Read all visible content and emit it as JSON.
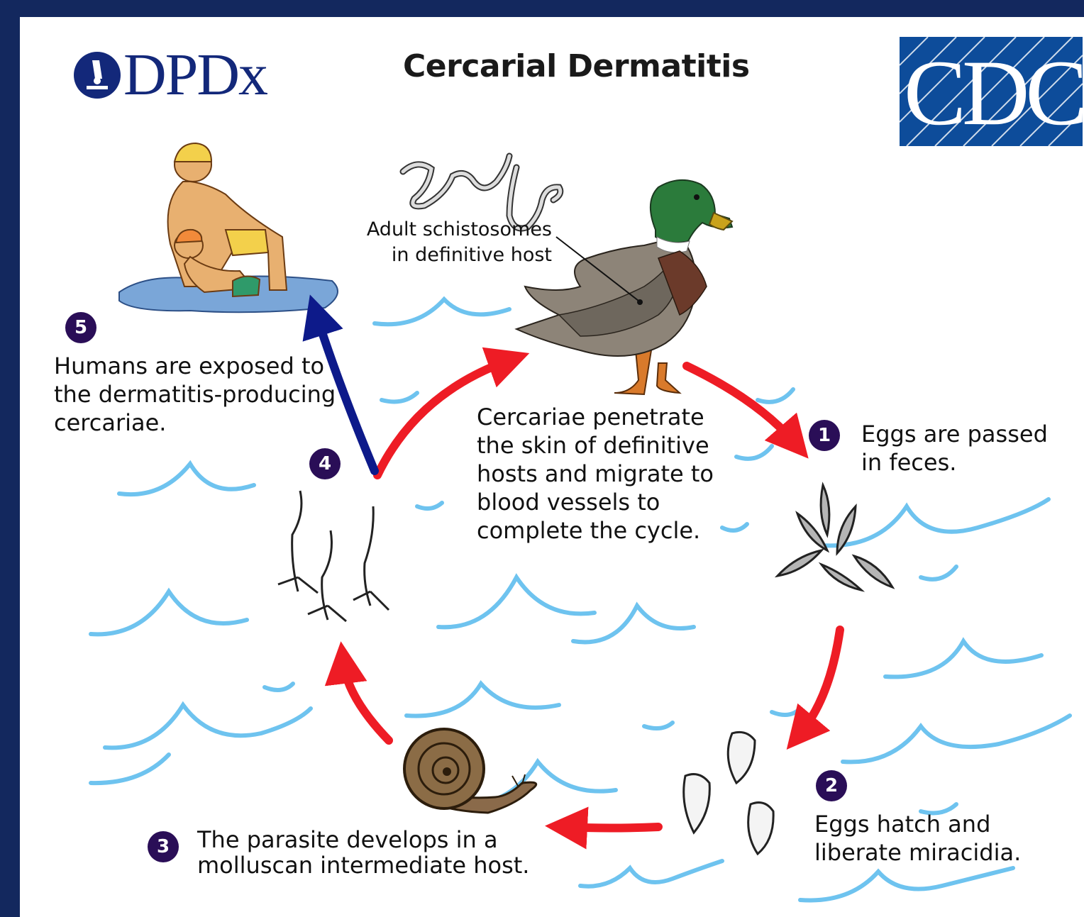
{
  "header": {
    "logo_left": "DPDx",
    "title": "Cercarial Dermatitis",
    "logo_right": "CDC"
  },
  "labels": {
    "adult_worms": "Adult schistosomes\nin definitive host",
    "center": "Cercariae penetrate\nthe skin of definitive\nhosts and migrate to\nblood vessels to\ncomplete the cycle."
  },
  "steps": [
    {
      "number": "1",
      "text": "Eggs are passed\nin feces."
    },
    {
      "number": "2",
      "text": "Eggs hatch and\nliberate miracidia."
    },
    {
      "number": "3",
      "text": "The parasite develops in a\nmolluscan intermediate host."
    },
    {
      "number": "4",
      "text": ""
    },
    {
      "number": "5",
      "text": "Humans are exposed to\nthe dermatitis-producing\ncercariae."
    }
  ],
  "colors": {
    "border": "#13285e",
    "badge": "#2a0e57",
    "arrow_red": "#ee1c25",
    "arrow_blue": "#0d1a8a",
    "wave": "#6ec3ef",
    "cdc_blue": "#0d4c9a"
  }
}
